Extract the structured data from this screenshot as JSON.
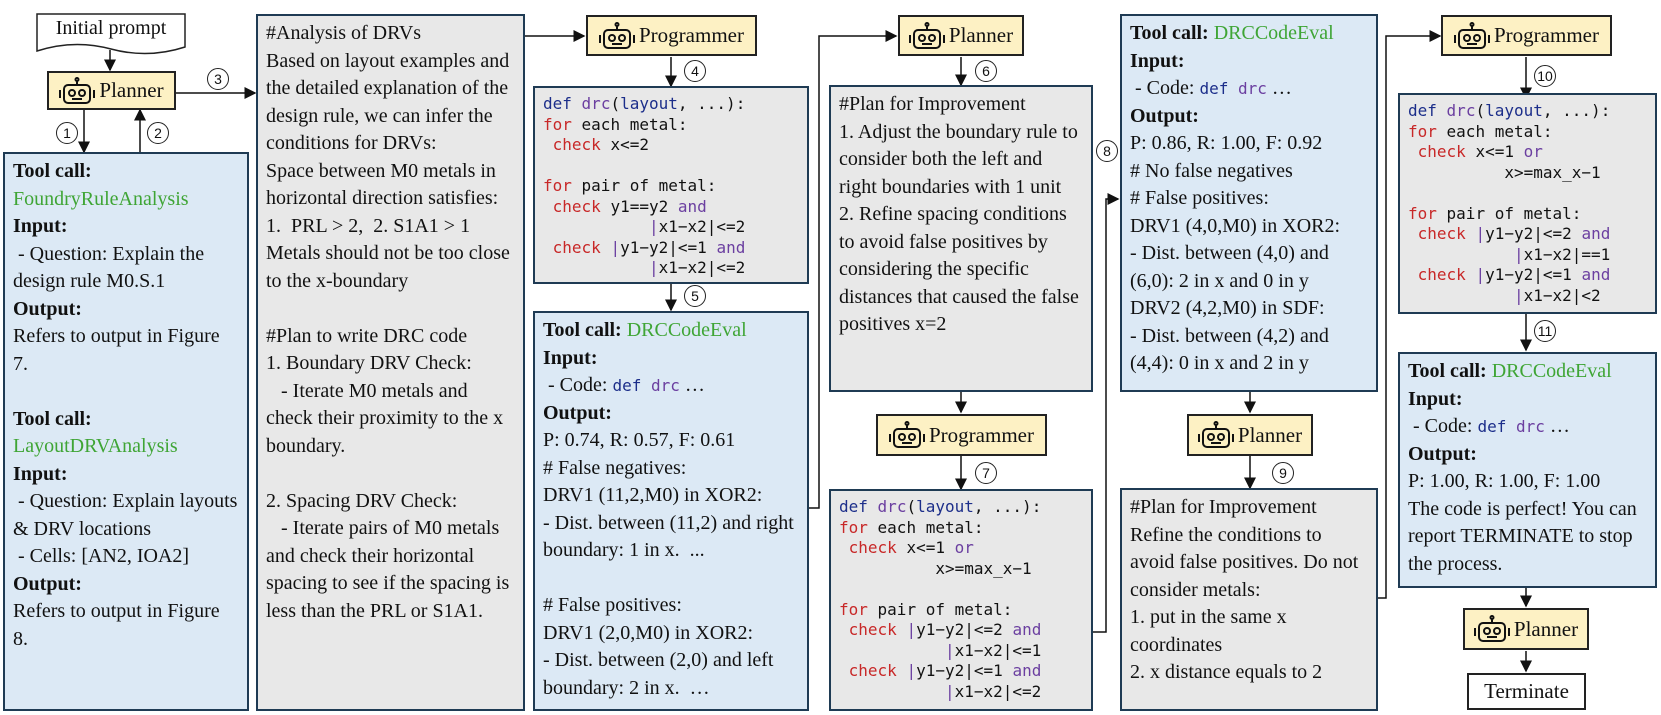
{
  "initial_prompt": "Initial prompt",
  "terminate": "Terminate",
  "agents": {
    "planner": "Planner",
    "programmer": "Programmer"
  },
  "steps": [
    "1",
    "2",
    "3",
    "4",
    "5",
    "6",
    "7",
    "8",
    "9",
    "10",
    "11"
  ],
  "box_tool1": {
    "tool_label": "Tool call:",
    "tool1_name": "FoundryRuleAnalysis",
    "input_label": "Input:",
    "question1": " - Question: Explain the design rule M0.S.1",
    "output_label": "Output:",
    "output1": "Refers to output in Figure 7.",
    "tool2_name": "LayoutDRVAnalysis",
    "question2": " - Question: Explain layouts & DRV locations",
    "cells": " - Cells: [AN2, IOA2]",
    "output2": "Refers to output in Figure 8."
  },
  "box_analysis": {
    "text": "#Analysis of DRVs\nBased on layout examples and the detailed explanation of the design rule, we can infer the conditions for DRVs:\nSpace between M0 metals in horizontal direction satisfies:\n1.  PRL > 2,  2. S1A1 > 1\nMetals should not be too close to the x-boundary\n\n#Plan to write DRC code\n1. Boundary DRV Check:\n   - Iterate M0 metals and check their proximity to the x boundary.\n\n2. Spacing DRV Check:\n   - Iterate pairs of M0 metals and check their horizontal spacing to see if the spacing is less than the PRL or S1A1."
  },
  "code_common": {
    "def": "def",
    "drc": "drc",
    "layout": "layout",
    "sig_rest": ", ...):",
    "for": "for",
    "each_metal": " each metal:",
    "pair_metal": " pair of metal:",
    "check": "check",
    "and": "and",
    "or": "or",
    "bar": "|"
  },
  "code1": {
    "l2": "x<=2",
    "l3": "y1==y2",
    "l4": "x1−x2|<=2",
    "l5a": "y1−y2|<=1",
    "l5b": "x1−x2|<=2"
  },
  "eval1": {
    "tool_label": "Tool call:",
    "tool_name": "DRCCodeEval",
    "input_label": "Input:",
    "code_prefix": " - Code: ",
    "code_def": "def",
    "code_drc": "drc",
    "code_ell": " …",
    "output_label": "Output:",
    "text": "P: 0.74, R: 0.57, F: 0.61\n# False negatives:\nDRV1 (11,2,M0) in XOR2:\n- Dist. between (11,2) and right boundary: 1 in x.  ...\n\n# False positives:\nDRV1 (2,0,M0) in XOR2:\n- Dist. between (2,0) and left boundary: 2 in x.  …"
  },
  "plan1": {
    "text": "#Plan for Improvement\n1. Adjust the boundary rule to consider both the left and right boundaries with 1 unit\n2. Refine spacing conditions to avoid false positives by considering the specific distances that caused the false positives x=2"
  },
  "code2": {
    "l2a": "x<=1",
    "l2b": "x>=max_x−1",
    "l4a": "y1−y2|<=2",
    "l4b": "x1−x2|<=1",
    "l5a": "y1−y2|<=1",
    "l5b": "x1−x2|<=2"
  },
  "eval2": {
    "tool_label": "Tool call:",
    "tool_name": "DRCCodeEval",
    "input_label": "Input:",
    "code_prefix": " - Code: ",
    "code_def": "def",
    "code_drc": "drc",
    "code_ell": " …",
    "output_label": "Output:",
    "text": "P: 0.86, R: 1.00, F: 0.92\n# No false negatives\n# False positives:\nDRV1 (4,0,M0) in XOR2:\n- Dist. between (4,0) and (6,0): 2 in x and 0 in y\nDRV2 (4,2,M0) in SDF:\n- Dist. between (4,2) and (4,4): 0 in x and 2 in y"
  },
  "plan2": {
    "text": "#Plan for Improvement\nRefine the conditions to avoid false positives. Do not consider metals:\n1. put in the same x coordinates\n2. x distance equals to 2"
  },
  "code3": {
    "l2a": "x<=1",
    "l2b": "x>=max_x−1",
    "l4a": "y1−y2|<=2",
    "l4b": "x1−x2|==1",
    "l5a": "y1−y2|<=1",
    "l5b": "x1−x2|<2"
  },
  "eval3": {
    "tool_label": "Tool call:",
    "tool_name": "DRCCodeEval",
    "input_label": "Input:",
    "code_prefix": " - Code: ",
    "code_def": "def",
    "code_drc": "drc",
    "code_ell": " …",
    "output_label": "Output:",
    "text": "P: 1.00, R: 1.00, F: 1.00\nThe code is perfect! You can report TERMINATE to stop the process."
  }
}
